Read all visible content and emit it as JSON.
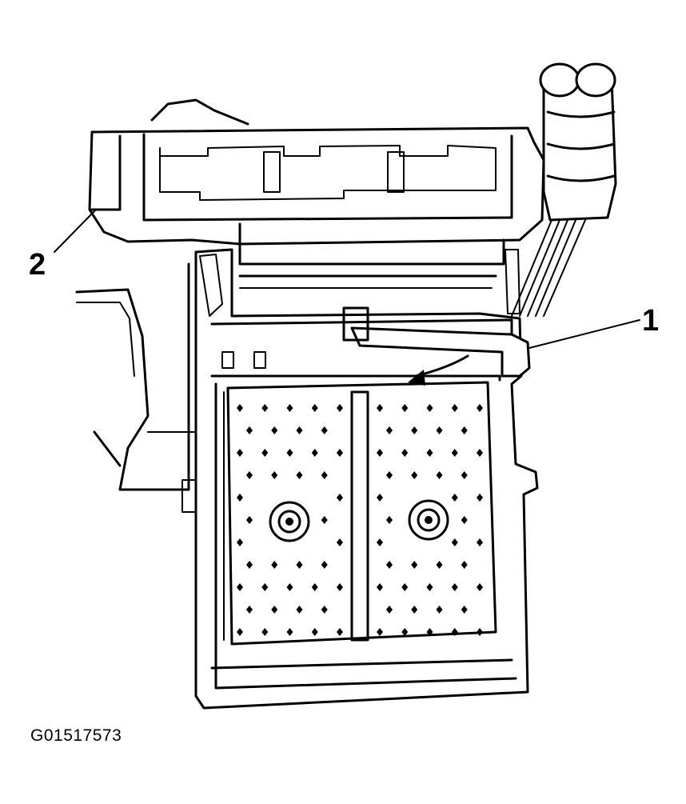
{
  "figure": {
    "id_text": "G01517573",
    "callouts": [
      {
        "number": "1",
        "target": "retaining-tab"
      },
      {
        "number": "2",
        "target": "connector-housing"
      }
    ]
  },
  "colors": {
    "line": "#000000",
    "background": "#ffffff"
  }
}
